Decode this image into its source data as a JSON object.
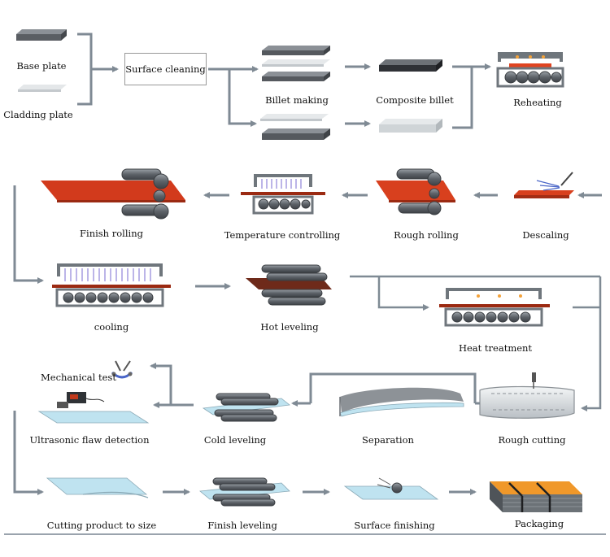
{
  "labels": {
    "base_plate": "Base plate",
    "cladding_plate": "Cladding plate",
    "surface_cleaning": "Surface cleaning",
    "billet_making": "Billet making",
    "composite_billet": "Composite billet",
    "reheating": "Reheating",
    "finish_rolling": "Finish rolling",
    "temperature_controlling": "Temperature controlling",
    "rough_rolling": "Rough rolling",
    "descaling": "Descaling",
    "cooling": "cooling",
    "hot_leveling": "Hot leveling",
    "heat_treatment": "Heat treatment",
    "mechanical_test": "Mechanical test",
    "ultrasonic_flaw_detection": "Ultrasonic flaw detection",
    "cold_leveling": "Cold leveling",
    "separation": "Separation",
    "rough_cutting": "Rough cutting",
    "cutting_product_to_size": "Cutting product to size",
    "finish_leveling": "Finish leveling",
    "surface_finishing": "Surface finishing",
    "packaging": "Packaging"
  },
  "colors": {
    "arrow": "#7f8a94",
    "steel_dark": "#55595e",
    "steel_light": "#d9dde0",
    "hot_plate": "#d8401e",
    "hot_plate_dark": "#8a2e1c",
    "furnace": "#6f767c",
    "clad_blue": "#bfe3f0",
    "package_orange": "#f0982a"
  }
}
